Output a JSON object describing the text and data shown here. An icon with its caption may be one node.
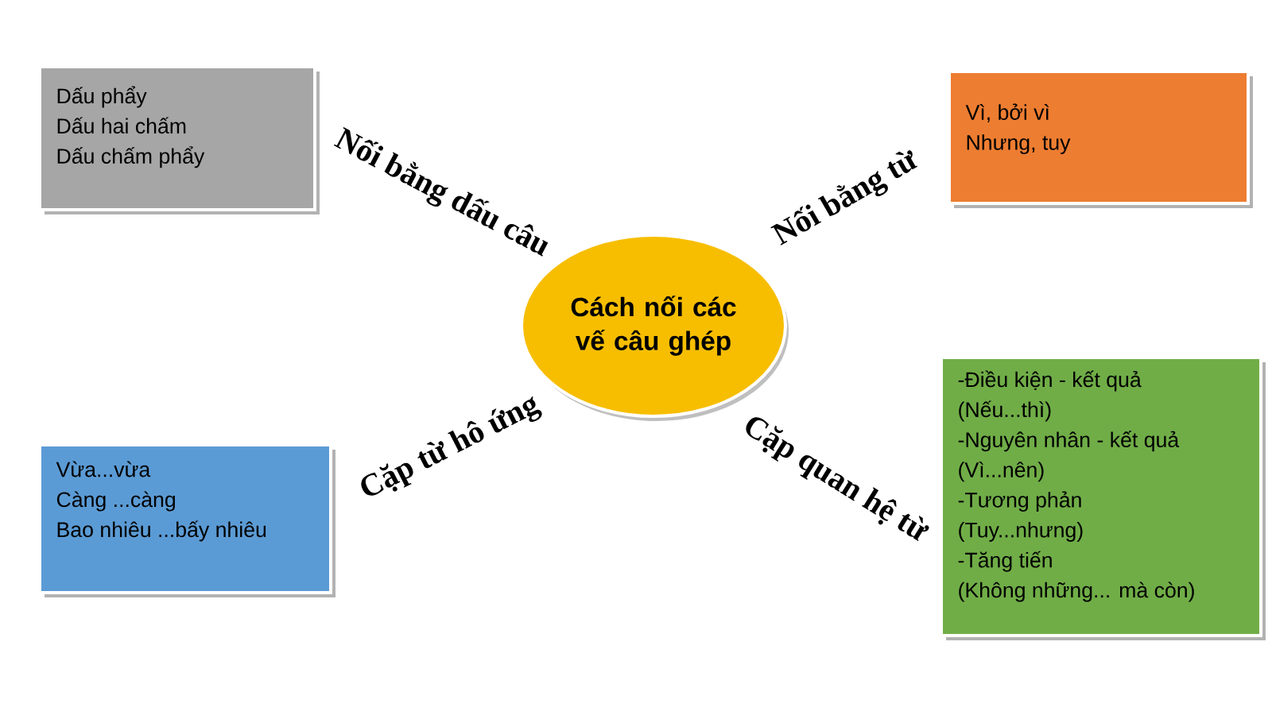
{
  "diagram": {
    "nodes": [
      {
        "text": [
          "Cách nối các vế câu ghép"
        ]
      },
      {
        "text": [
          "Dấu phẩy",
          "Dấu hai chấm",
          "Dấu chấm phẩy"
        ]
      },
      {
        "text": [
          "Vì, bởi vì",
          "Nhưng, tuy"
        ]
      },
      {
        "text": [
          "Vừa...vừa",
          "Càng ...càng",
          "Bao nhiêu ...bấy nhiêu"
        ]
      },
      {
        "text": [
          "-Điều kiện - kết quả",
          "(Nếu...thì)",
          "-Nguyên nhân - kết quả",
          "(Vì...nên)",
          "-Tương phản",
          "(Tuy...nhưng)",
          "-Tăng tiến",
          "(Không những... mà còn)"
        ]
      }
    ],
    "labels": [
      "Nối bằng dấu câu",
      "Nối bằng từ",
      "Cặp từ hô ứng",
      "Cặp quan hệ từ"
    ]
  }
}
